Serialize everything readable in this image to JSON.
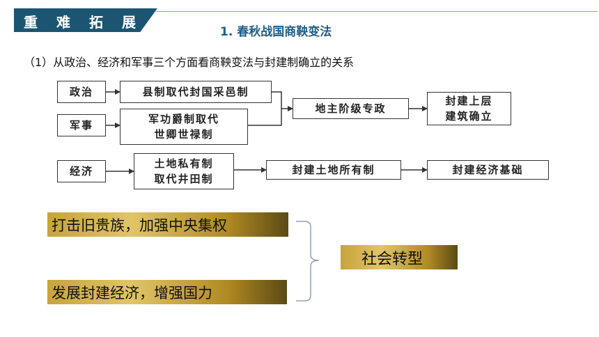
{
  "header": {
    "tab_label": "重难拓展",
    "section_title": "1. 春秋战国商鞅变法"
  },
  "subtitle": "（1）从政治、经济和军事三个方面看商鞅变法与封建制确立的关系",
  "diagram": {
    "nodes": {
      "politics": "政治",
      "military": "军事",
      "economy": "经济",
      "county": "县制取代封国采邑制",
      "merit": "军功爵制取代\n世卿世禄制",
      "land_private": "土地私有制\n取代井田制",
      "landlord": "地主阶级专政",
      "superstructure": "封建上层\n建筑确立",
      "feudal_land": "封建土地所有制",
      "feudal_econ": "封建经济基础"
    }
  },
  "summary": {
    "item1": "打击旧贵族，加强中央集权",
    "item2": "发展封建经济，增强国力",
    "result": "社会转型"
  },
  "colors": {
    "tab_bg": "#1c5571",
    "title_blue": "#1f5f86",
    "gold": "#d4b34e"
  }
}
